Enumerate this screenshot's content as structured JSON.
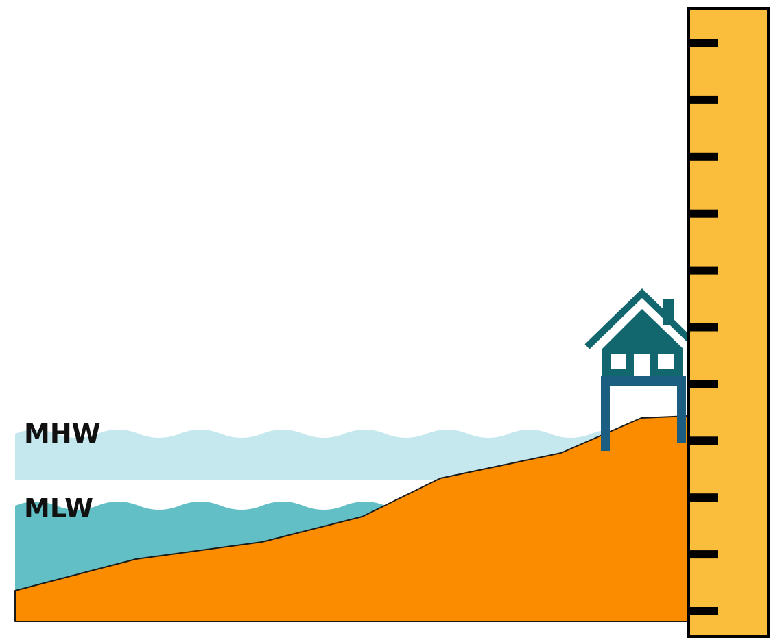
{
  "labels": {
    "mhw": "MHW",
    "mlw": "MLW"
  },
  "colors": {
    "background": "#ffffff",
    "high_water": "#c5e8ee",
    "low_water": "#63bfc6",
    "ground": "#fb8c00",
    "ground_outline": "#1a1a1a",
    "house": "#12676f",
    "house_stilts": "#1b5e82",
    "window": "#ffffff",
    "ruler": "#fbbd3c",
    "ruler_outline": "#000000",
    "ruler_tick": "#000000"
  },
  "icons": {
    "house": "house-on-stilts-icon",
    "ruler": "measuring-ruler-icon"
  },
  "ruler": {
    "tick_count": 11
  }
}
